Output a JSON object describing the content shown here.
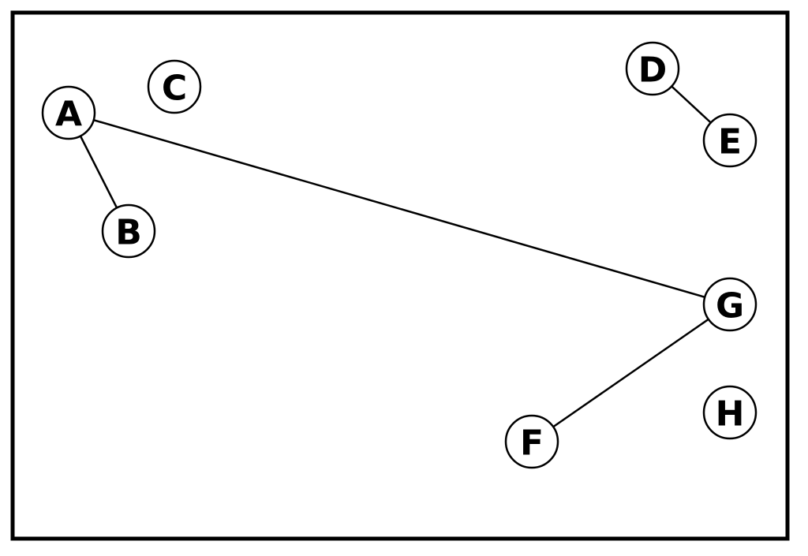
{
  "graph": {
    "nodes": [
      {
        "id": "A",
        "label": "A"
      },
      {
        "id": "B",
        "label": "B"
      },
      {
        "id": "C",
        "label": "C"
      },
      {
        "id": "D",
        "label": "D"
      },
      {
        "id": "E",
        "label": "E"
      },
      {
        "id": "F",
        "label": "F"
      },
      {
        "id": "G",
        "label": "G"
      },
      {
        "id": "H",
        "label": "H"
      }
    ],
    "edges": [
      {
        "from": "A",
        "to": "B"
      },
      {
        "from": "A",
        "to": "G"
      },
      {
        "from": "D",
        "to": "E"
      },
      {
        "from": "F",
        "to": "G"
      }
    ]
  }
}
